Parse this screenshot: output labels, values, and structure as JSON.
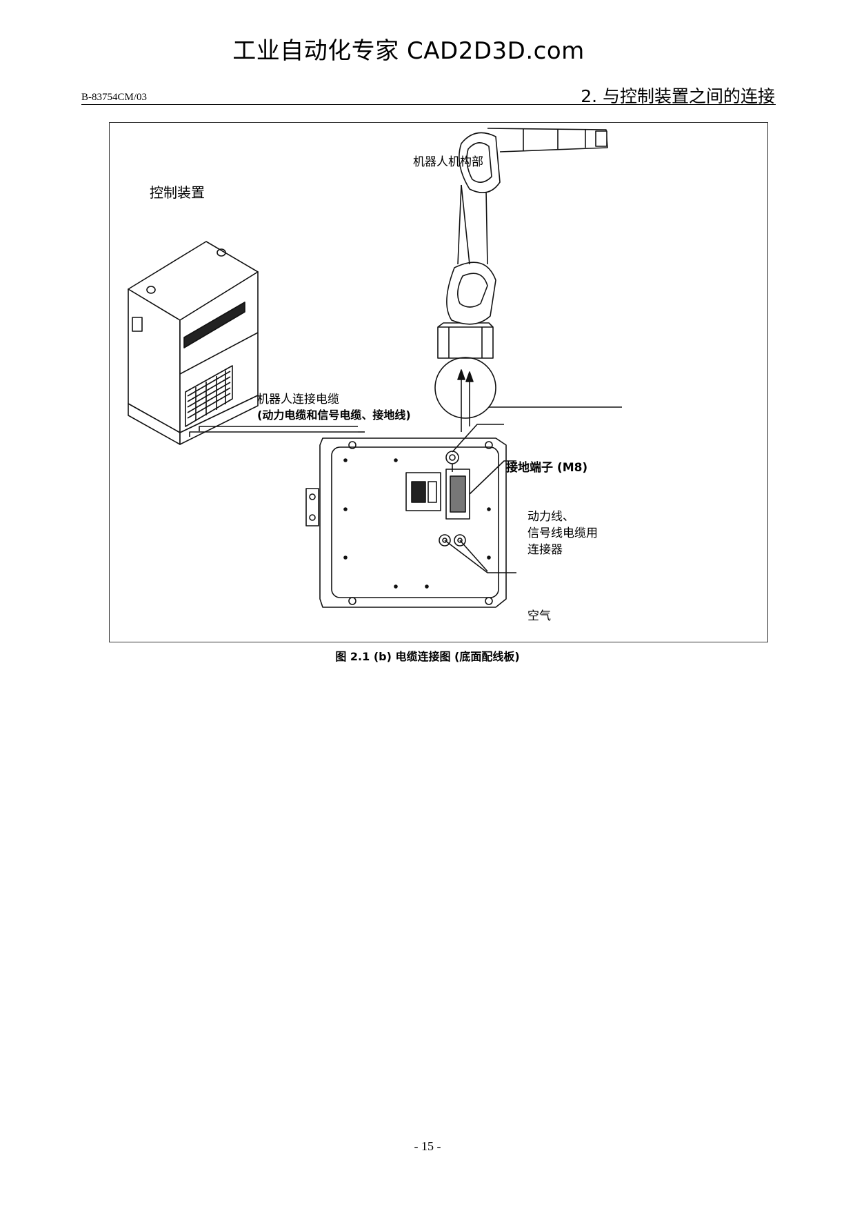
{
  "watermark": "工业自动化专家 CAD2D3D.com",
  "header": {
    "doc_id": "B-83754CM/03",
    "section_title": "2. 与控制装置之间的连接"
  },
  "figure": {
    "labels": {
      "robot_mechanism": "机器人机构部",
      "controller": "控制装置",
      "cable_line1": "机器人连接电缆",
      "cable_line2": "(动力电缆和信号电缆、接地线)",
      "ground_terminal": "接地端子 (M8)",
      "connector_line1": "动力线、",
      "connector_line2": "信号线电缆用",
      "connector_line3": "连接器",
      "air": "空气"
    },
    "caption": "图 2.1 (b) 电缆连接图 (底面配线板)"
  },
  "footer": {
    "page_number": "- 15 -"
  }
}
